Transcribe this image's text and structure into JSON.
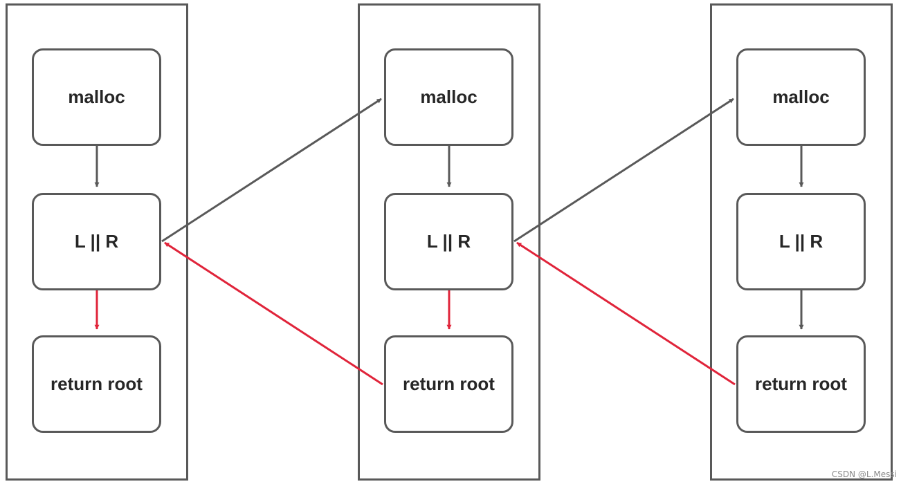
{
  "colors": {
    "border": "#595959",
    "text": "#262626",
    "call_arrow": "#595959",
    "return_arrow": "#e0243a"
  },
  "frames": [
    {
      "nodes": [
        "malloc",
        "L || R",
        "return root"
      ]
    },
    {
      "nodes": [
        "malloc",
        "L || R",
        "return root"
      ]
    },
    {
      "nodes": [
        "malloc",
        "L || R",
        "return root"
      ]
    }
  ],
  "watermark": "CSDN @L.Messi"
}
